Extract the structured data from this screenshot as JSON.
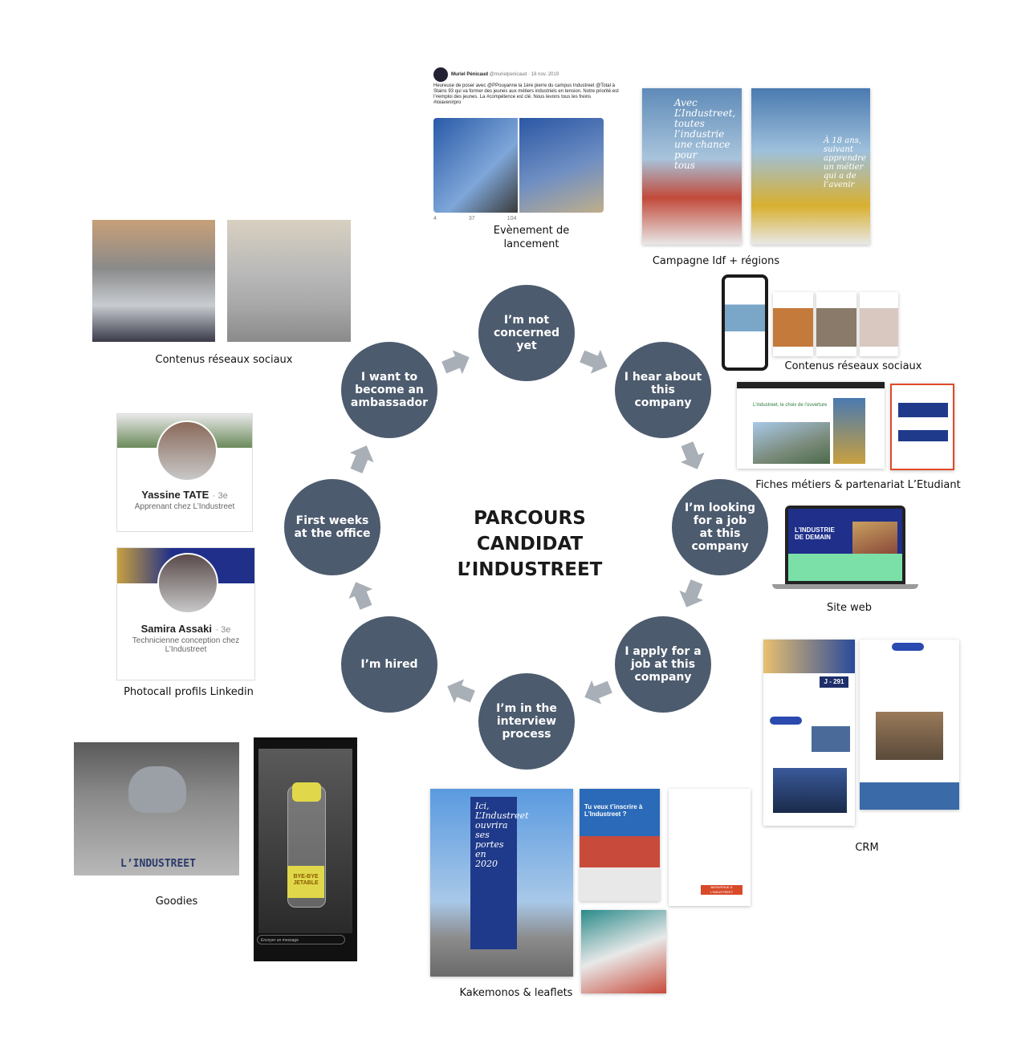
{
  "center_title_lines": [
    "PARCOURS",
    "CANDIDAT",
    "L’INDUSTREET"
  ],
  "nodes": {
    "not_concerned": [
      "I’m not",
      "concerned",
      "yet"
    ],
    "hear_about": [
      "I hear about",
      "this",
      "company"
    ],
    "looking_job": [
      "I’m looking",
      "for a job",
      "at this",
      "company"
    ],
    "apply": [
      "I apply for a",
      "job at this",
      "company"
    ],
    "interview": [
      "I’m in the",
      "interview",
      "process"
    ],
    "hired": [
      "I’m hired"
    ],
    "first_weeks": [
      "First weeks",
      "at the office"
    ],
    "ambassador": [
      "I want to",
      "become an",
      "ambassador"
    ]
  },
  "captions": {
    "evenement": [
      "Evènement de",
      "lancement"
    ],
    "campagne": "Campagne Idf + régions",
    "reseaux_right": "Contenus réseaux sociaux",
    "fiches": "Fiches métiers & partenariat L’Etudiant",
    "site": "Site web",
    "crm": "CRM",
    "kakemonos": "Kakemonos & leaflets",
    "goodies": "Goodies",
    "photocall": "Photocall profils Linkedin",
    "reseaux_left": "Contenus réseaux sociaux"
  },
  "tweet": {
    "author": "Muriel Pénicaud",
    "handle": "@murielpenicaud · 18 nov. 2019",
    "text": "Heureuse de poser avec @PPouyanne la 1ère pierre du campus Industreet @Total à Stains 93 qui va former des jeunes aux métiers industriels en tension. Notre priorité est l’#emploi des jeunes. La #compétence est clé. Nous levons tous les freins #loiavenirpro",
    "stats": [
      "4",
      "37",
      "104"
    ]
  },
  "posters": {
    "left": [
      "Avec",
      "L’Industreet,",
      "toutes",
      "l’industrie",
      "une chance",
      "pour",
      "tous"
    ],
    "right": [
      "À 18 ans,",
      "suivant",
      "apprendre",
      "un métier",
      "qui a de",
      "l’avenir"
    ]
  },
  "linkedin": [
    {
      "name": "Yassine TATE",
      "degree": "· 3e",
      "role": "Apprenant chez L’Industreet"
    },
    {
      "name": "Samira Assaki",
      "degree": "· 3e",
      "role": "Technicienne conception chez L’Industreet"
    }
  ],
  "banner_text": "L’INDUSTRIE DE DEMAIN",
  "sweater_text": "L’INDUSTREET",
  "bottle_label": [
    "BYE-BYE",
    "JETABLE"
  ],
  "phone_input": "Envoyer un message",
  "kakemono": [
    "Ici,",
    "L’Industreet",
    "ouvrira",
    "ses",
    "portes",
    "en",
    "2020"
  ],
  "leaflet": {
    "title": "Tu veux t’inscrire à L’Industreet ?",
    "cta": "BIENVENUE À L’INDUSTREET"
  },
  "crm_counter": "J - 291",
  "site_page_title": "L’industreet, le choix de l’ouverture",
  "colors": {
    "node": "#4d5b6e",
    "arrow": "#a9afb7"
  }
}
